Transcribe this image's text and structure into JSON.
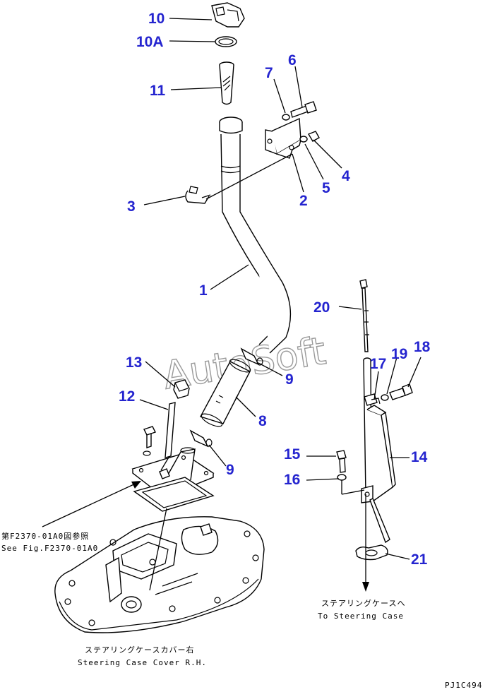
{
  "labels": {
    "l10": "10",
    "l10a": "10A",
    "l11": "11",
    "l7": "7",
    "l6": "6",
    "l4": "4",
    "l5": "5",
    "l2": "2",
    "l3": "3",
    "l1": "1",
    "l20": "20",
    "l9a": "9",
    "l13": "13",
    "l12": "12",
    "l8": "8",
    "l9b": "9",
    "l17": "17",
    "l19": "19",
    "l18": "18",
    "l14": "14",
    "l15": "15",
    "l16": "16",
    "l21": "21"
  },
  "notes": {
    "ref_jp": "第F2370-01A0図参照",
    "ref_en": "See Fig.F2370-01A0",
    "to_case_jp": "ステアリングケースへ",
    "to_case_en": "To Steering Case",
    "cover_jp": "ステアリングケースカバー右",
    "cover_en": "Steering Case Cover R.H.",
    "code": "PJ1C494"
  },
  "watermark": "AutoSoft",
  "colors": {
    "label": "#2424cf",
    "line": "#000000",
    "watermark": "#9a9a9a"
  }
}
